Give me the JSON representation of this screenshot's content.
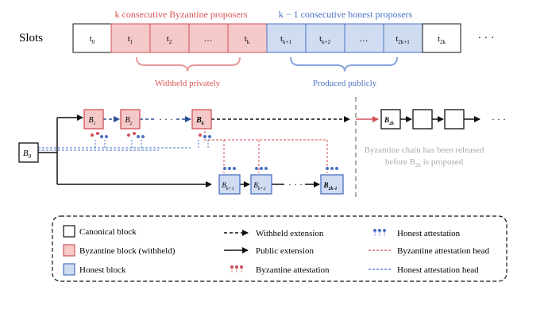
{
  "slots": {
    "label": "Slots",
    "cells": [
      {
        "main": "t",
        "sub": "0",
        "kind": "canonical"
      },
      {
        "main": "t",
        "sub": "1",
        "kind": "byzantine"
      },
      {
        "main": "t",
        "sub": "2",
        "kind": "byzantine"
      },
      {
        "main": "…",
        "sub": "",
        "kind": "byzantine"
      },
      {
        "main": "t",
        "sub": "k",
        "kind": "byzantine"
      },
      {
        "main": "t",
        "sub": "k+1",
        "kind": "honest"
      },
      {
        "main": "t",
        "sub": "k+2",
        "kind": "honest"
      },
      {
        "main": "…",
        "sub": "",
        "kind": "honest"
      },
      {
        "main": "t",
        "sub": "2k+1",
        "kind": "honest"
      },
      {
        "main": "t",
        "sub": "2k",
        "kind": "canonical"
      }
    ],
    "ellipsis": "· · ·",
    "byz_header": "k consecutive Byzantine proposers",
    "honest_header": "k − 1 consecutive honest proposers",
    "withheld_label": "Withheld privately",
    "produced_label": "Produced publicly"
  },
  "blocks": {
    "b0": {
      "main": "B",
      "sub": "0"
    },
    "b1": {
      "main": "B",
      "sub": "1"
    },
    "b2": {
      "main": "B",
      "sub": "2"
    },
    "bk": {
      "main": "B",
      "sub": "k"
    },
    "bk1": {
      "main": "B",
      "sub": "k+1"
    },
    "bk2": {
      "main": "B",
      "sub": "k+2"
    },
    "b2k1": {
      "main": "B",
      "sub": "2k-1"
    },
    "b2k": {
      "main": "B",
      "sub": "2k"
    },
    "dots": "· · ·",
    "tail_dots": "· · ·"
  },
  "release_note": {
    "line1": "Byzantine chain has been released",
    "line2_prefix": "before B",
    "line2_sub": "2k",
    "line2_suffix": " is proposed"
  },
  "legend": {
    "canonical": "Canonical block",
    "byzantine": "Byzantine block (withheld)",
    "honest": "Honest block",
    "withheld_ext": "Withheld extension",
    "public_ext": "Public extension",
    "byz_attest": "Byzantine attestation",
    "honest_attest": "Honest attestation",
    "byz_head": "Byzantine attestation head",
    "honest_head": "Honest attestation head"
  },
  "colors": {
    "byz_fill": "#f6c9c9",
    "byz_stroke": "#d0505a",
    "byz_text": "#d9534f",
    "honest_fill": "#cfdcf2",
    "honest_stroke": "#4a72c4",
    "honest_text": "#4a72c4",
    "canonical_stroke": "#111111",
    "gray": "#aaaaaa"
  }
}
